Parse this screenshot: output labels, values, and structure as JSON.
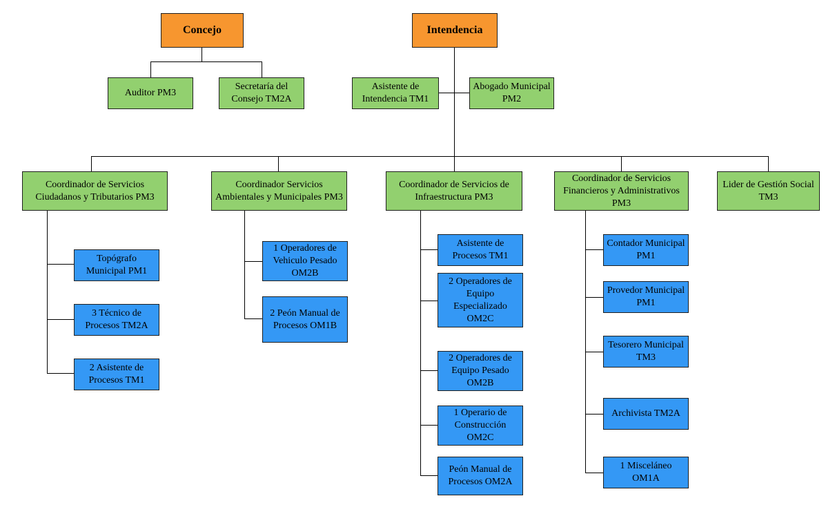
{
  "top": {
    "concejo": "Concejo",
    "intendencia": "Intendencia"
  },
  "concejo_children": {
    "auditor": "Auditor PM3",
    "secretaria": "Secretaría del Consejo TM2A"
  },
  "intendencia_staff": {
    "asistente": "Asistente de Intendencia TM1",
    "abogado": "Abogado Municipal PM2"
  },
  "coordinators": {
    "ciudadanos": "Coordinador de Servicios Ciudadanos y Tributarios PM3",
    "ambientales": "Coordinador Servicios Ambientales y Municipales PM3",
    "infraestructura": "Coordinador de Servicios de Infraestructura PM3",
    "financieros": "Coordinador de Servicios Financieros y Administrativos PM3",
    "social": "Lider de Gestión Social TM3"
  },
  "ciudadanos_staff": {
    "topografo": "Topógrafo Municipal PM1",
    "tecnico": "3 Técnico de Procesos TM2A",
    "asistente": "2 Asistente de Procesos TM1"
  },
  "ambientales_staff": {
    "operadores": "1 Operadores de Vehiculo Pesado OM2B",
    "peon": "2 Peón Manual de Procesos OM1B"
  },
  "infraestructura_staff": {
    "asistente": "Asistente de Procesos TM1",
    "especializado": "2 Operadores de Equipo Especializado OM2C",
    "pesado": "2 Operadores de Equipo Pesado OM2B",
    "operario": "1 Operario de Construcción OM2C",
    "peon": "Peón Manual de Procesos OM2A"
  },
  "financieros_staff": {
    "contador": "Contador Municipal PM1",
    "provedor": "Provedor Municipal PM1",
    "tesorero": "Tesorero Municipal TM3",
    "archivista": "Archivista TM2A",
    "miscelaneo": "1 Misceláneo OM1A"
  }
}
